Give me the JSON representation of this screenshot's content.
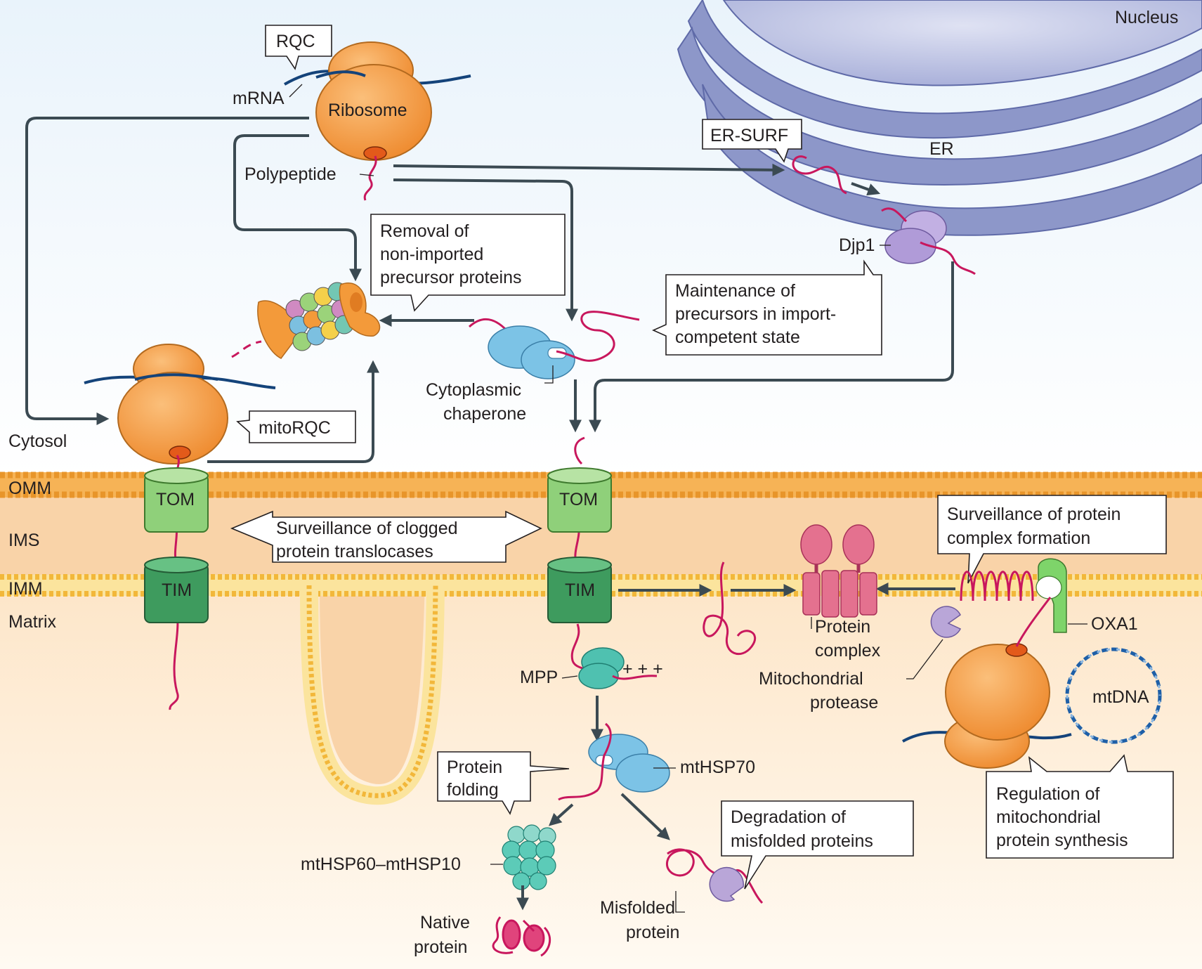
{
  "compartments": {
    "nucleus": "Nucleus",
    "er": "ER",
    "cytosol": "Cytosol",
    "omm": "OMM",
    "ims": "IMS",
    "imm": "IMM",
    "matrix": "Matrix"
  },
  "labels": {
    "mrna": "mRNA",
    "ribosome": "Ribosome",
    "polypeptide": "Polypeptide",
    "djp1": "Djp1",
    "tom_left": "TOM",
    "tim_left": "TIM",
    "tom_right": "TOM",
    "tim_right": "TIM",
    "chaperone_1": "Cytoplasmic",
    "chaperone_2": "chaperone",
    "mpp": "MPP",
    "mpp_charges": "+ + +",
    "mthsp70": "mtHSP70",
    "mthsp60": "mtHSP60–mtHSP10",
    "native_1": "Native",
    "native_2": "protein",
    "misfolded_1": "Misfolded",
    "misfolded_2": "protein",
    "protein_complex_1": "Protein",
    "protein_complex_2": "complex",
    "mito_protease_1": "Mitochondrial",
    "mito_protease_2": "protease",
    "oxa1": "OXA1",
    "mtdna": "mtDNA"
  },
  "boxes": {
    "rqc": "RQC",
    "er_surf": "ER-SURF",
    "mitorqc": "mitoRQC",
    "removal": [
      "Removal of",
      "non-imported",
      "precursor proteins"
    ],
    "maintenance": [
      "Maintenance of",
      "precursors in import-",
      "competent state"
    ],
    "clogged": [
      "Surveillance of clogged",
      "protein translocases"
    ],
    "complex_formation": [
      "Surveillance of protein",
      "complex formation"
    ],
    "folding": [
      "Protein",
      "folding"
    ],
    "degradation": [
      "Degradation of",
      "misfolded proteins"
    ],
    "regulation": [
      "Regulation of",
      "mitochondrial",
      "protein synthesis"
    ]
  },
  "colors": {
    "ribosome": "#f39a3a",
    "chain": "#c8175d",
    "mrna": "#14437a",
    "tom": "#8fd07a",
    "tim": "#3e9b5e",
    "er": "#8d97c9",
    "nucleus": "#c6cbe7",
    "chaperone": "#7cc3e6",
    "mpp": "#4fc1b0",
    "protease": "#b9a6d8",
    "complex": "#e4718f",
    "oxa1": "#7ed46a",
    "membrane": "#f4a73c"
  }
}
